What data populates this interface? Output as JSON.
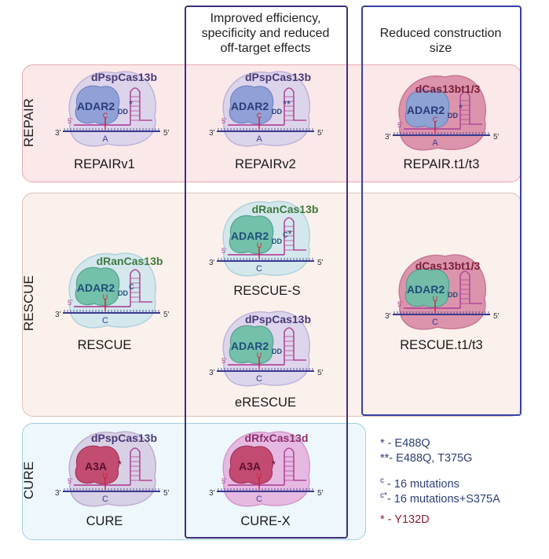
{
  "headers": {
    "col2": [
      "Improved efficiency,",
      "specificity and reduced",
      "off-target effects"
    ],
    "col3": [
      "Reduced construction",
      "size"
    ]
  },
  "rows": {
    "repair": "REPAIR",
    "rescue": "RESCUE",
    "cure": "CURE"
  },
  "systems": {
    "repairv1": {
      "name": "REPAIRv1",
      "cas": "dPspCas13b",
      "enzyme": "ADAR2",
      "sub": "DD",
      "mark": "*",
      "base": "A",
      "edit": "C"
    },
    "repairv2": {
      "name": "REPAIRv2",
      "cas": "dPspCas13b",
      "enzyme": "ADAR2",
      "sub": "DD",
      "mark": "**",
      "base": "A",
      "edit": "C"
    },
    "repairt": {
      "name": "REPAIR.t1/t3",
      "cas": "dCas13bt1/3",
      "enzyme": "ADAR2",
      "sub": "DD",
      "mark": "*",
      "base": "A",
      "edit": "C"
    },
    "rescue": {
      "name": "RESCUE",
      "cas": "dRanCas13b",
      "enzyme": "ADAR2",
      "sub": "DD",
      "mark": "c",
      "base": "C",
      "edit": "U"
    },
    "rescues": {
      "name": "RESCUE-S",
      "cas": "dRanCas13b",
      "enzyme": "ADAR2",
      "sub": "DD",
      "mark": "c*",
      "base": "C",
      "edit": "U"
    },
    "erescue": {
      "name": "eRESCUE",
      "cas": "dPspCas13b",
      "enzyme": "ADAR2",
      "sub": "DD",
      "mark": "",
      "base": "C",
      "edit": "U"
    },
    "rescuet": {
      "name": "RESCUE.t1/t3",
      "cas": "dCas13bt1/3",
      "enzyme": "ADAR2",
      "sub": "DD",
      "mark": "",
      "base": "C",
      "edit": "U"
    },
    "cure": {
      "name": "CURE",
      "cas": "dPspCas13b",
      "enzyme": "A3A",
      "sub": "",
      "mark": "*",
      "base": "C",
      "edit": "U"
    },
    "curex": {
      "name": "CURE-X",
      "cas": "dRfxCas13d",
      "enzyme": "A3A",
      "sub": "",
      "mark": "*",
      "base": "C",
      "edit": "U"
    }
  },
  "strand_ends": {
    "three": "3'",
    "five": "5'"
  },
  "legend": [
    {
      "sym": "*",
      "text": " - E488Q"
    },
    {
      "sym": "**",
      "text": "- E488Q, T375G"
    },
    {
      "sym": "c",
      "text": " - 16 mutations"
    },
    {
      "sym": "c*",
      "text": "- 16 mutations+S375A"
    },
    {
      "sym": "*",
      "text": " - Y132D"
    }
  ],
  "colors": {
    "repair_band": "#fbe9ea",
    "repair_border": "#e3a6ae",
    "rescue_band": "#fbf1ec",
    "rescue_border": "#d8c2b8",
    "cure_band": "#eef7fb",
    "cure_border": "#9fd0dc",
    "col_border": "#3f2f7a",
    "col3_border": "#3740a8",
    "psp": "#4a3a78",
    "ran": "#3f7a3f",
    "bt": "#7a1f3a",
    "rfx": "#8a2f6a",
    "legend_blue": "#2c3e78",
    "legend_red": "#8a1f2f"
  }
}
